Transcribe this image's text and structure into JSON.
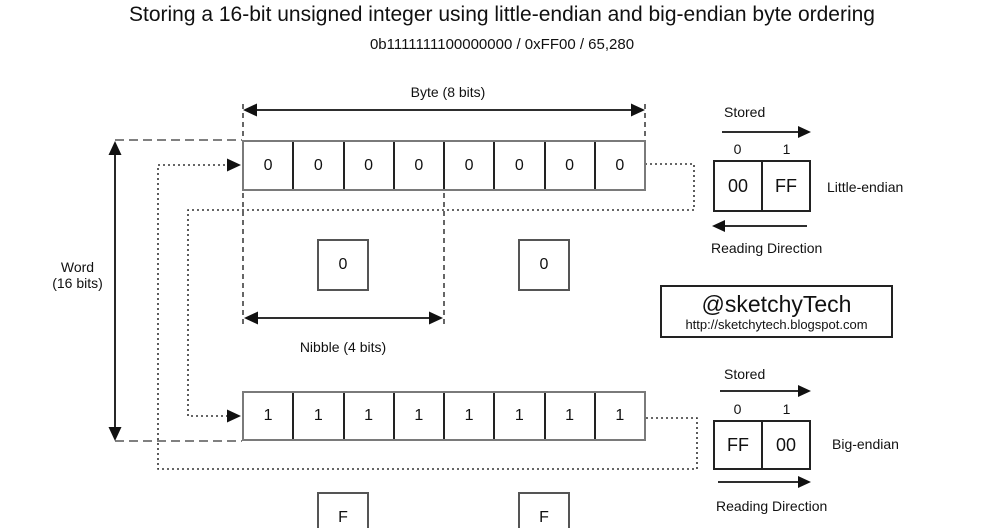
{
  "title": "Storing a 16-bit unsigned integer using little-endian and big-endian byte ordering",
  "subtitle": "0b1111111100000000 / 0xFF00 / 65,280",
  "labels": {
    "byte": "Byte (8 bits)",
    "nibble": "Nibble (4 bits)",
    "word_line1": "Word",
    "word_line2": "(16 bits)"
  },
  "low_byte": {
    "bits": [
      "0",
      "0",
      "0",
      "0",
      "0",
      "0",
      "0",
      "0"
    ],
    "nibbles": [
      "0",
      "0"
    ]
  },
  "high_byte": {
    "bits": [
      "1",
      "1",
      "1",
      "1",
      "1",
      "1",
      "1",
      "1"
    ],
    "nibbles": [
      "F",
      "F"
    ]
  },
  "little_endian": {
    "stored_label": "Stored",
    "index_0": "0",
    "index_1": "1",
    "byte_0": "00",
    "byte_1": "FF",
    "name": "Little-endian",
    "reading_label": "Reading Direction"
  },
  "big_endian": {
    "stored_label": "Stored",
    "index_0": "0",
    "index_1": "1",
    "byte_0": "FF",
    "byte_1": "00",
    "name": "Big-endian",
    "reading_label": "Reading Direction"
  },
  "credit": {
    "handle": "@sketchyTech",
    "url_text": "http://sketchytech.blogspot.com"
  },
  "colors": {
    "line_dark": "#111111",
    "dash_gray": "#808080",
    "dotted": "#333333"
  }
}
